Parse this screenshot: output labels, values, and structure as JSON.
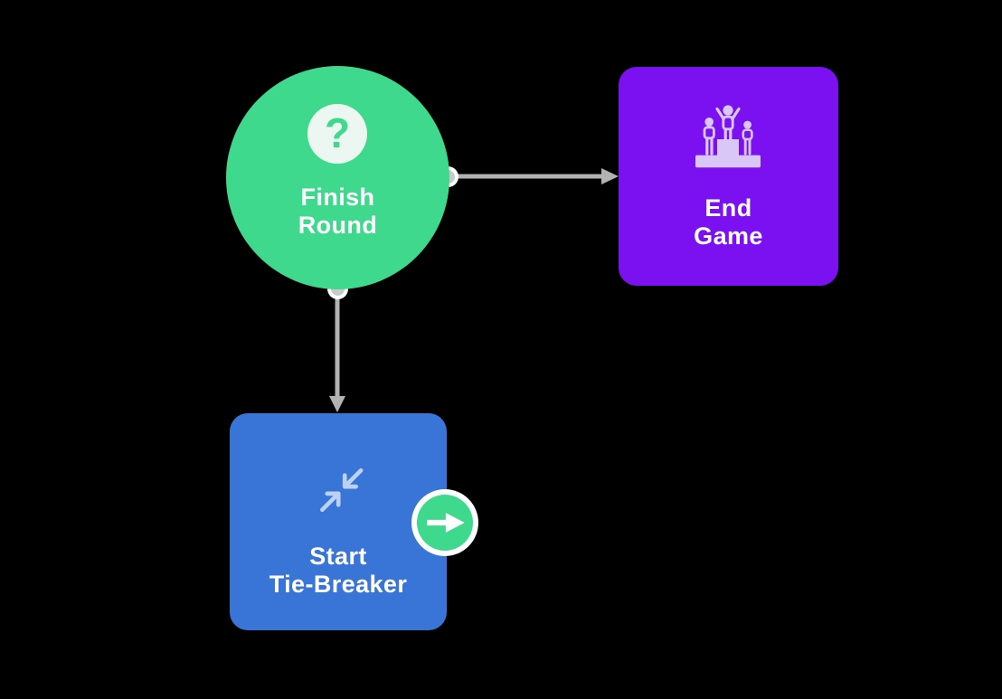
{
  "canvas": {
    "background": "#000000"
  },
  "nodes": {
    "finish_round": {
      "shape": "circle",
      "color": "#3FD98D",
      "label_line1": "Finish",
      "label_line2": "Round",
      "text_color": "#FFFFFF",
      "icon": "question-mark-icon",
      "icon_glyph": "?",
      "icon_bg": "#EDF7F1"
    },
    "end_game": {
      "shape": "rounded-square",
      "color": "#7B11F1",
      "label_line1": "End",
      "label_line2": "Game",
      "text_color": "#FFFFFF",
      "icon": "winners-podium-icon",
      "icon_color": "#D9C8F7"
    },
    "start_tie_breaker": {
      "shape": "rounded-square",
      "color": "#3875D7",
      "label_line1": "Start",
      "label_line2": "Tie-Breaker",
      "text_color": "#FFFFFF",
      "icon": "collapse-arrows-icon",
      "icon_color": "#BCD2F2"
    }
  },
  "edges": {
    "color": "#B2B2B2",
    "port_color": "#C9C9C9",
    "items": [
      {
        "from": "finish_round",
        "to": "end_game",
        "direction": "right"
      },
      {
        "from": "finish_round",
        "to": "start_tie_breaker",
        "direction": "down"
      }
    ]
  },
  "action_button": {
    "attached_to": "start_tie_breaker",
    "icon": "arrow-right-icon",
    "color": "#3FD98D",
    "ring_color": "#FFFFFF",
    "arrow_color": "#FFFFFF"
  }
}
